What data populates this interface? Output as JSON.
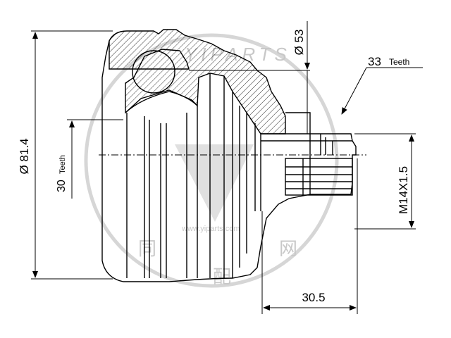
{
  "dimensions": {
    "outer_diameter": "Ø 81.4",
    "inner_diameter": "Ø 53",
    "outer_teeth_count": "33",
    "outer_teeth_label": "Teeth",
    "inner_teeth_count": "30",
    "inner_teeth_label": "Teeth",
    "thread": "M14X1.5",
    "length": "30.5"
  },
  "watermark": {
    "url": "www.yiparts.com",
    "arc_text": "YIPARTS",
    "cjk_chars": [
      "同",
      "配",
      "网"
    ]
  },
  "colors": {
    "line": "#000000",
    "watermark": "#c8c8c8",
    "background": "#ffffff"
  }
}
